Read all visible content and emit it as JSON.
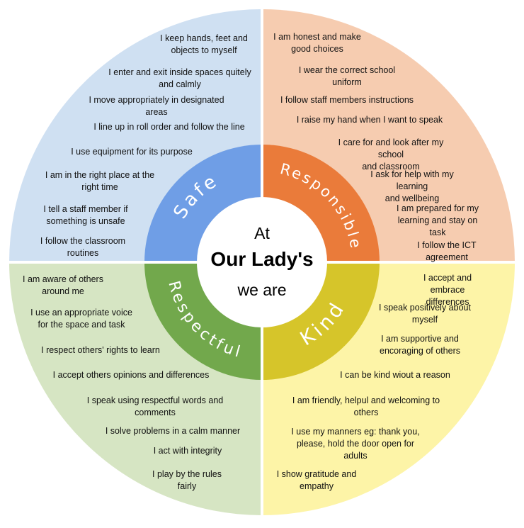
{
  "colors": {
    "safe_outer": "#cfe0f2",
    "responsible_outer": "#f6ccb0",
    "respectful_outer": "#d6e5c3",
    "kind_outer": "#fdf4a7",
    "safe_inner": "#6f9ee6",
    "responsible_inner": "#ea7b3a",
    "respectful_inner": "#72a84c",
    "kind_inner": "#d6c52a",
    "divider": "#ffffff",
    "center": "#ffffff"
  },
  "center": {
    "line1": "At",
    "line2": "Our Lady's",
    "line3": "we are"
  },
  "sections": {
    "safe": {
      "title": "Safe",
      "items": [
        "I keep hands, feet and\nobjects to myself",
        "I enter and exit inside spaces quitely\nand calmly",
        "I move appropriately in designated\nareas",
        "I line up in roll order and follow the line",
        "I use equipment for its purpose",
        "I am in the right place at the\nright time",
        "I tell a staff member if\nsomething is unsafe",
        "I follow the classroom\nroutines"
      ]
    },
    "responsible": {
      "title": "Responsible",
      "items": [
        "I am honest and make\ngood choices",
        "I wear the correct school\nuniform",
        "I follow staff members instructions",
        "I raise my hand when I want to speak",
        "I care for and look after my school\nand classroom",
        "I ask for help with my learning\nand wellbeing",
        "I am prepared for my\nlearning and stay on task",
        "I follow the ICT agreement"
      ]
    },
    "respectful": {
      "title": "Respectful",
      "items": [
        "I am aware of others\naround me",
        "I use an appropriate voice\nfor the space and task",
        "I respect others' rights to learn",
        "I accept others opinions and differences",
        "I speak using respectful words and\ncomments",
        "I solve problems in a calm manner",
        "I act with integrity",
        "I play by the rules\nfairly"
      ]
    },
    "kind": {
      "title": "Kind",
      "items": [
        "I accept and embrace\ndifferences",
        "I speak positively about\nmyself",
        "I am supportive and\nencoraging of others",
        "I can be kind wiout a reason",
        "I am friendly, helpul and welcoming to\nothers",
        "I use my manners eg: thank you,\nplease, hold the door open for\nadults",
        "I show gratitude and\nempathy"
      ]
    }
  }
}
